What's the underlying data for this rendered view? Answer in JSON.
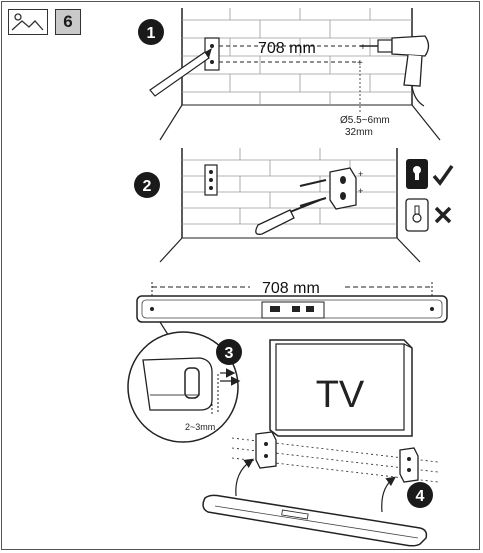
{
  "page": {
    "number": "6",
    "icon": "image-icon"
  },
  "steps": {
    "step1": {
      "number": "1",
      "distance": "708 mm",
      "drill_diameter": "Ø5.5~6mm",
      "drill_depth": "32mm"
    },
    "step2": {
      "number": "2"
    },
    "step3": {
      "number": "3",
      "distance": "708 mm",
      "gap": "2~3mm"
    },
    "step4": {
      "number": "4",
      "tv_label": "TV"
    }
  },
  "colors": {
    "line": "#222222",
    "badge_fill": "#c9c9c9",
    "step_badge": "#1a1a1a",
    "wall": "#ffffff"
  }
}
